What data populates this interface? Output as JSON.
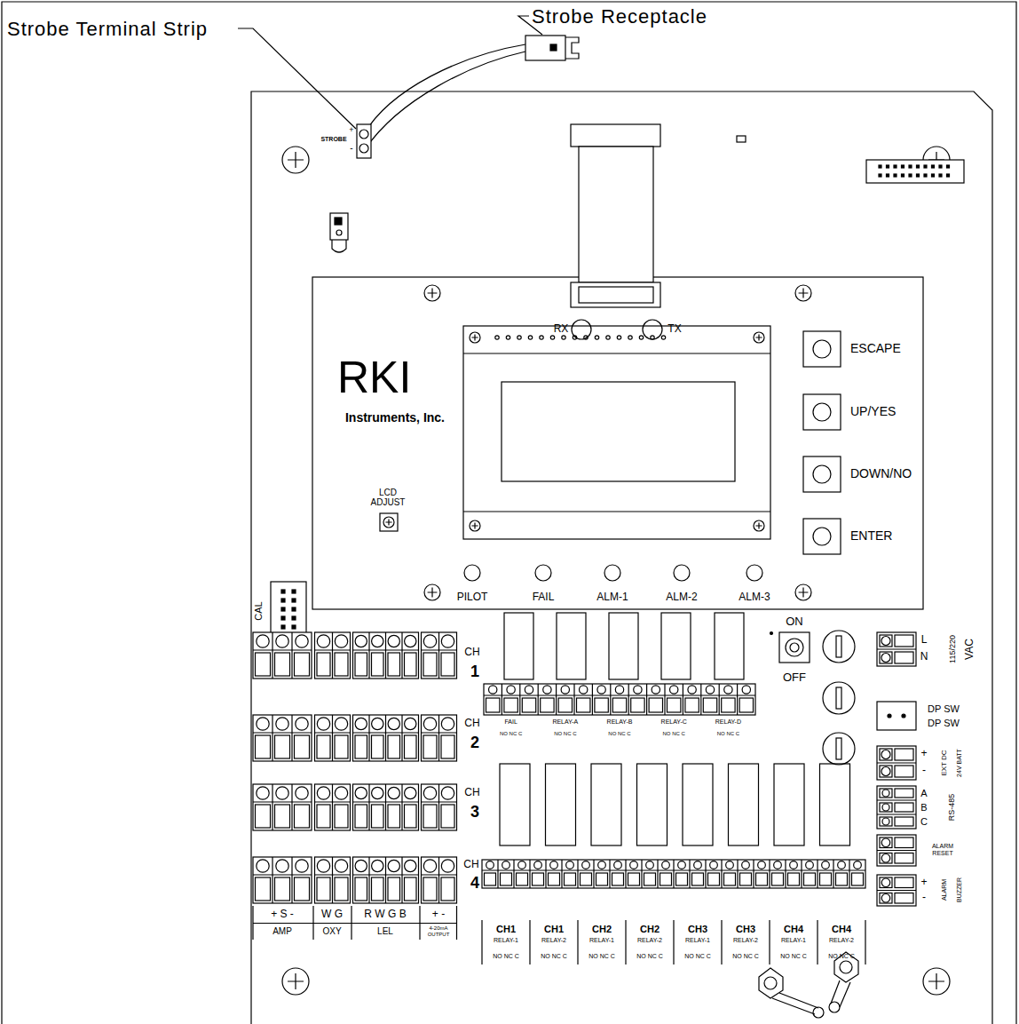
{
  "diagram": {
    "labels": [
      "Strobe Receptacle",
      "Strobe Terminal Strip",
      "STROBE",
      "+",
      "-",
      "RKI",
      "Instruments, Inc.",
      "LCD ADJUST",
      "RX",
      "TX",
      "ESCAPE",
      "UP/YES",
      "DOWN/NO",
      "ENTER",
      "PILOT",
      "FAIL",
      "ALM-1",
      "ALM-2",
      "ALM-3",
      "ON",
      "OFF",
      "CAL",
      "CH",
      "1",
      "CH",
      "2",
      "CH",
      "3",
      "CH",
      "4",
      "+ S -",
      "AMP",
      "W G",
      "OXY",
      "R W G B",
      "LEL",
      "+ -",
      "4-20mA OUTPUT",
      "FAIL",
      "NO NC C",
      "RELAY-A",
      "NO NC C",
      "RELAY-B",
      "NO NC C",
      "RELAY-C",
      "NO NC C",
      "RELAY-D",
      "NO NC C",
      "CH1",
      "RELAY-1",
      "NO NC C",
      "CH1",
      "RELAY-2",
      "NO NC C",
      "CH2",
      "RELAY-1",
      "NO NC C",
      "CH2",
      "RELAY-2",
      "NO NC C",
      "CH3",
      "RELAY-1",
      "NO NC C",
      "CH3",
      "RELAY-2",
      "NO NC C",
      "CH4",
      "RELAY-1",
      "NO NC C",
      "CH4",
      "RELAY-2",
      "NO NC C",
      "L",
      "N",
      "115/220",
      "VAC",
      "DP SW",
      "DP SW",
      "+",
      "-",
      "EXT DC",
      "24V BATT",
      "A",
      "B",
      "C",
      "RS-485",
      "ALARM RESET",
      "+",
      "-",
      "ALARM",
      "BUZZER"
    ]
  }
}
